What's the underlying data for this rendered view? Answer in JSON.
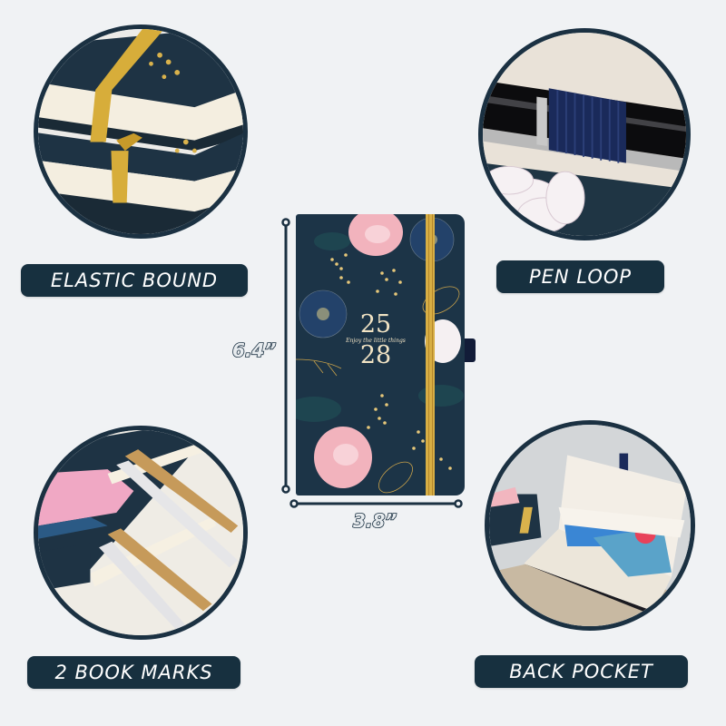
{
  "features": [
    {
      "id": "elastic",
      "label": "ELASTIC BOUND",
      "image": "stacked-notebooks-gold-elastic"
    },
    {
      "id": "pen",
      "label": "PEN LOOP",
      "image": "pen-in-navy-elastic-loop"
    },
    {
      "id": "bookmarks",
      "label": "2 BOOK MARKS",
      "image": "gold-and-white-ribbon-bookmarks"
    },
    {
      "id": "pocket",
      "label": "BACK POCKET",
      "image": "open-notebook-with-back-pocket"
    }
  ],
  "product": {
    "year_top": "25",
    "year_bottom": "28",
    "tagline": "Enjoy the little things",
    "height_label": "6.4”",
    "width_label": "3.8”"
  },
  "colors": {
    "navy": "#17303f",
    "cover": "#1c3447",
    "gold": "#d9b24c",
    "pink": "#f2b6bf",
    "background": "#f0f2f4"
  }
}
